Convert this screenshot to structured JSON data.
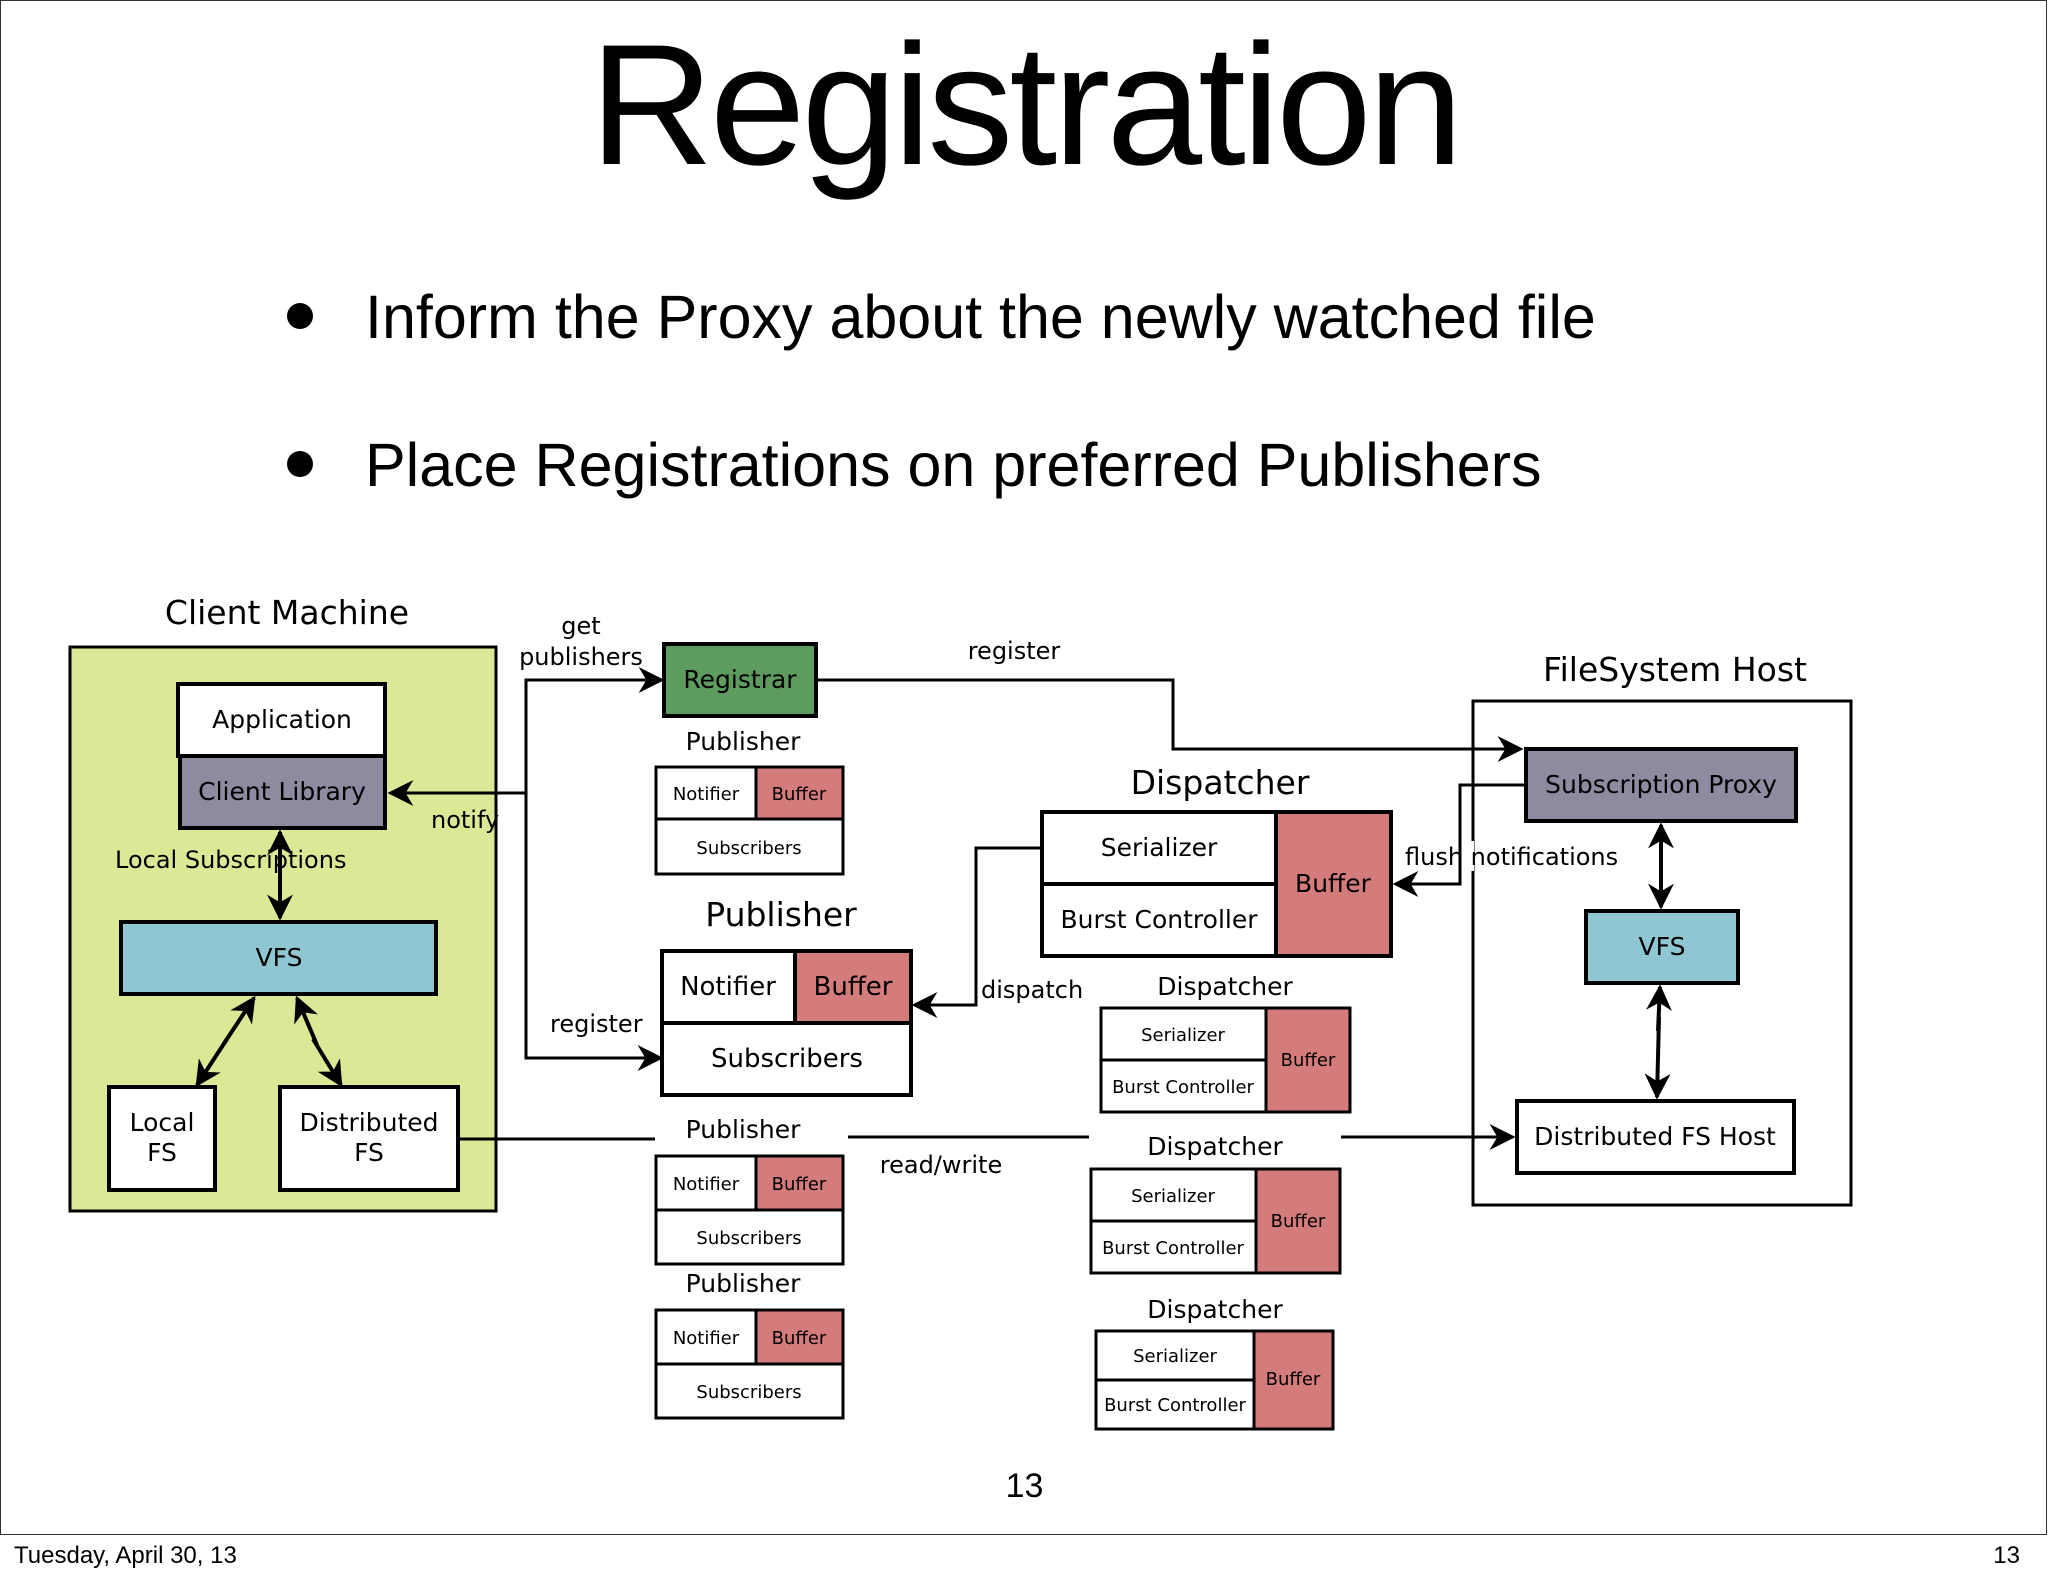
{
  "slide": {
    "title": "Registration",
    "bullets": [
      "Inform the Proxy about the newly watched file",
      "Place Registrations on preferred Publishers"
    ],
    "page_number": "13"
  },
  "footer": {
    "date": "Tuesday, April 30, 13",
    "page": "13"
  },
  "colors": {
    "client_area": "#dde896",
    "registrar": "#5e9b5e",
    "client_library": "#8e8aa0",
    "vfs": "#8ec6d2",
    "buffer": "#d47b7b",
    "subscription_proxy": "#8e8aa0"
  },
  "diagram": {
    "client_machine": {
      "label": "Client Machine",
      "application": "Application",
      "client_library": "Client Library",
      "local_subscriptions": "Local Subscriptions",
      "vfs": "VFS",
      "local_fs": [
        "Local",
        "FS"
      ],
      "distributed_fs": [
        "Distributed",
        "FS"
      ]
    },
    "filesystem_host": {
      "label": "FileSystem Host",
      "subscription_proxy": "Subscription Proxy",
      "vfs": "VFS",
      "distributed_fs_host": "Distributed FS Host"
    },
    "registrar": "Registrar",
    "edge_labels": {
      "get_publishers": [
        "get",
        "publishers"
      ],
      "notify": "notify",
      "register_top": "register",
      "register_left": "register",
      "flush_notifications": "flush notifications",
      "dispatch": "dispatch",
      "read_write": "read/write"
    },
    "publisher": {
      "label": "Publisher",
      "notifier": "Notifier",
      "buffer": "Buffer",
      "subscribers": "Subscribers"
    },
    "dispatcher": {
      "label": "Dispatcher",
      "serializer": "Serializer",
      "burst_controller": "Burst Controller",
      "buffer": "Buffer"
    }
  }
}
